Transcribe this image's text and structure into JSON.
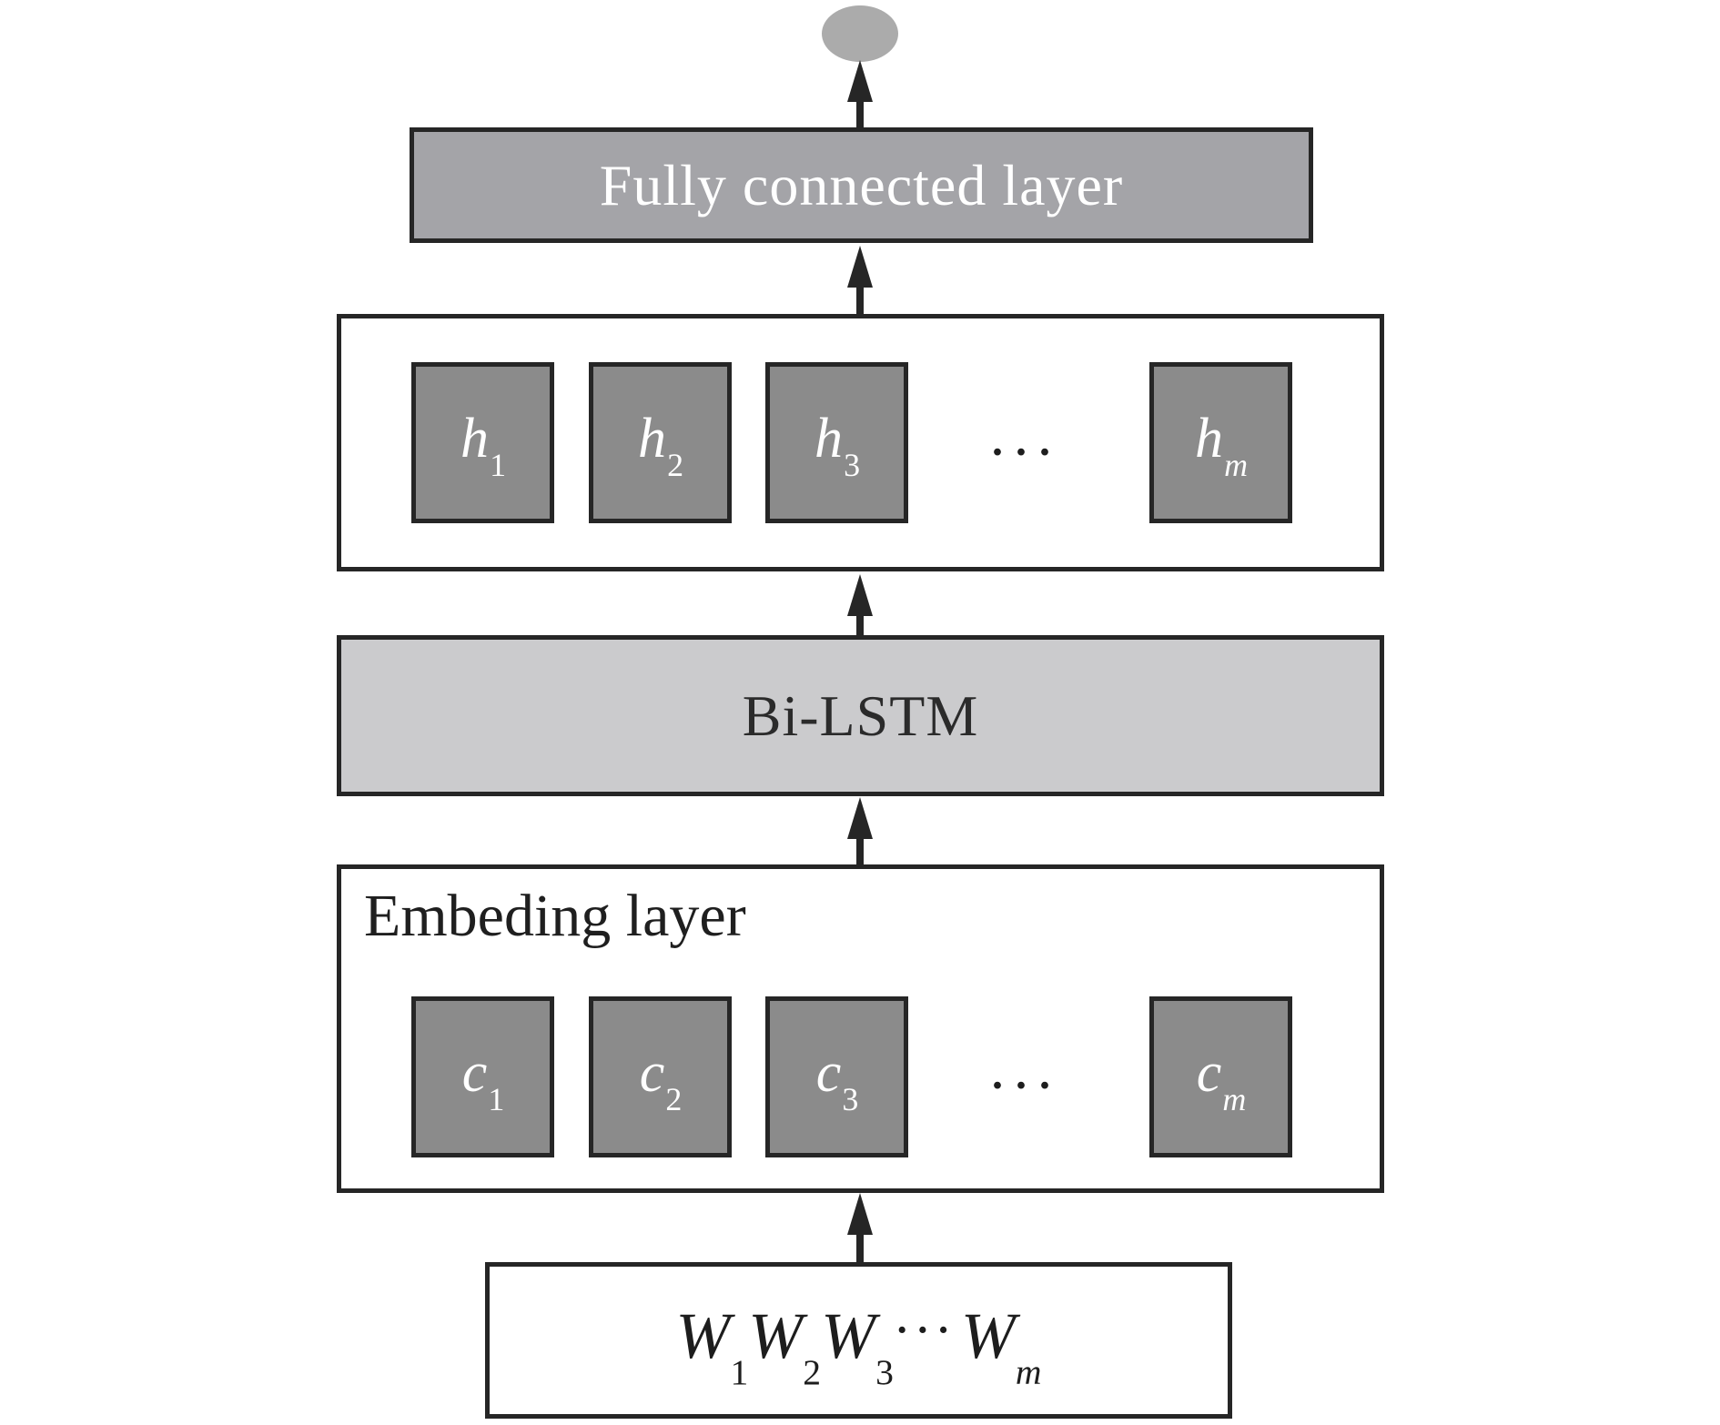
{
  "figure": {
    "output_node": {
      "shape": "ellipse",
      "fill": "#ababab"
    },
    "fully_connected": {
      "label": "Fully connected layer",
      "fill": "#a4a4a8",
      "text_color": "#ffffff"
    },
    "hidden_row": {
      "cells": [
        {
          "main": "h",
          "sub": "1"
        },
        {
          "main": "h",
          "sub": "2"
        },
        {
          "main": "h",
          "sub": "3"
        },
        {
          "main": "h",
          "sub": "m"
        }
      ],
      "ellipsis": "···",
      "cell_fill": "#8b8b8b",
      "cell_text_color": "#ffffff"
    },
    "bilstm": {
      "label": "Bi-LSTM",
      "fill": "#cbcbcd",
      "text_color": "#2b2b2b"
    },
    "embedding": {
      "title": "Embeding layer",
      "cells": [
        {
          "main": "c",
          "sub": "1"
        },
        {
          "main": "c",
          "sub": "2"
        },
        {
          "main": "c",
          "sub": "3"
        },
        {
          "main": "c",
          "sub": "m"
        }
      ],
      "ellipsis": "···",
      "cell_fill": "#8b8b8b",
      "cell_text_color": "#ffffff"
    },
    "input": {
      "parts": [
        {
          "main": "W",
          "sub": "1"
        },
        {
          "main": "W",
          "sub": "2"
        },
        {
          "main": "W",
          "sub": "3"
        },
        {
          "dots": "···"
        },
        {
          "main": "W",
          "sub": "m"
        }
      ]
    },
    "line_color": "#262626"
  }
}
